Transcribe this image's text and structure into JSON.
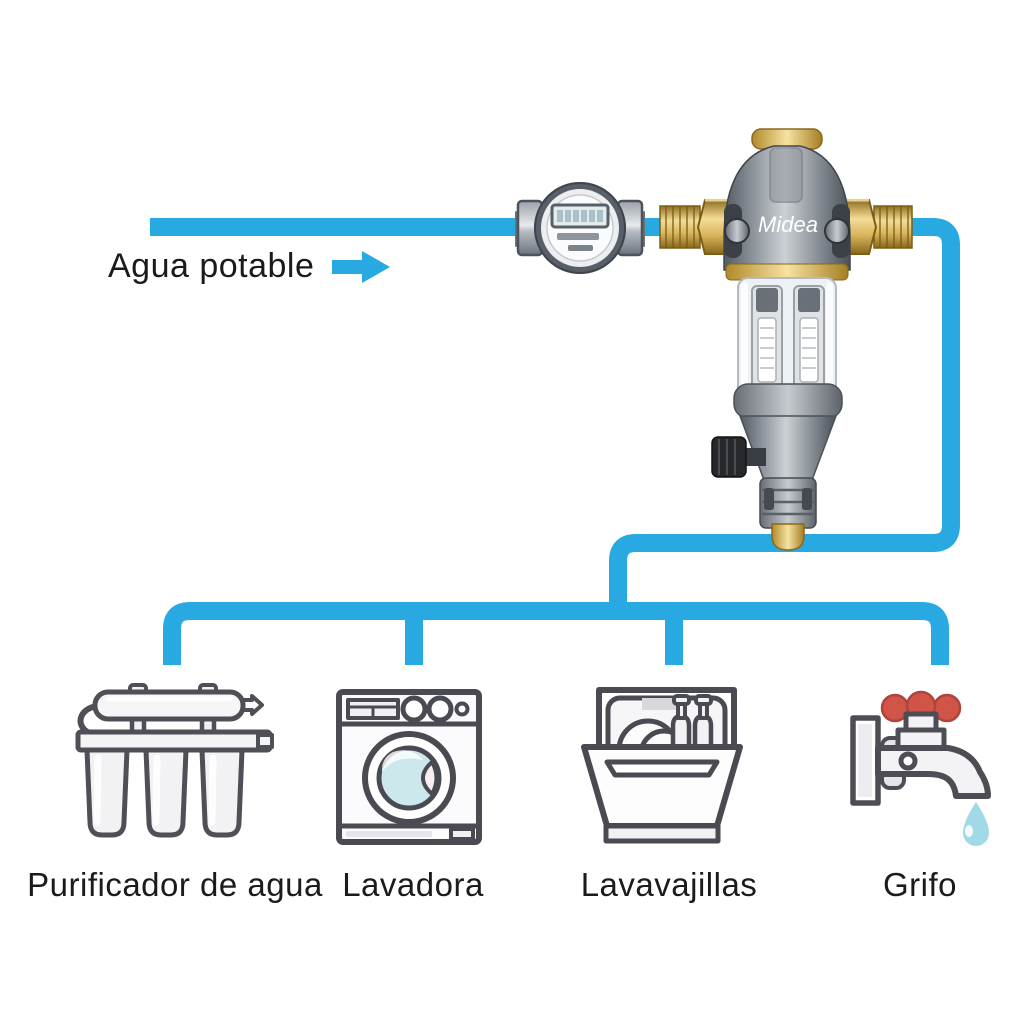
{
  "diagram": {
    "type": "plumbing-installation-diagram",
    "source_label": "Agua potable",
    "device_logo": "Midea",
    "components": [
      {
        "name": "water-meter",
        "icon": "water-meter-icon"
      },
      {
        "name": "pre-filter",
        "icon": "midea-prefilter-icon",
        "logo": "Midea"
      }
    ],
    "outlets": [
      {
        "label": "Purificador de agua",
        "icon": "water-purifier-icon"
      },
      {
        "label": "Lavadora",
        "icon": "washing-machine-icon"
      },
      {
        "label": "Lavavajillas",
        "icon": "dishwasher-icon"
      },
      {
        "label": "Grifo",
        "icon": "faucet-icon"
      }
    ],
    "colors": {
      "pipe_blue": "#29a9e1",
      "brass_gold": "#d7b35c",
      "metal_gray": "#7a8087",
      "icon_outline": "#4f4f57",
      "faucet_handle_red": "#d15449",
      "water_drop_blue": "#a2d9e7",
      "label_text": "#1b1b1d",
      "background": "#ffffff"
    }
  }
}
